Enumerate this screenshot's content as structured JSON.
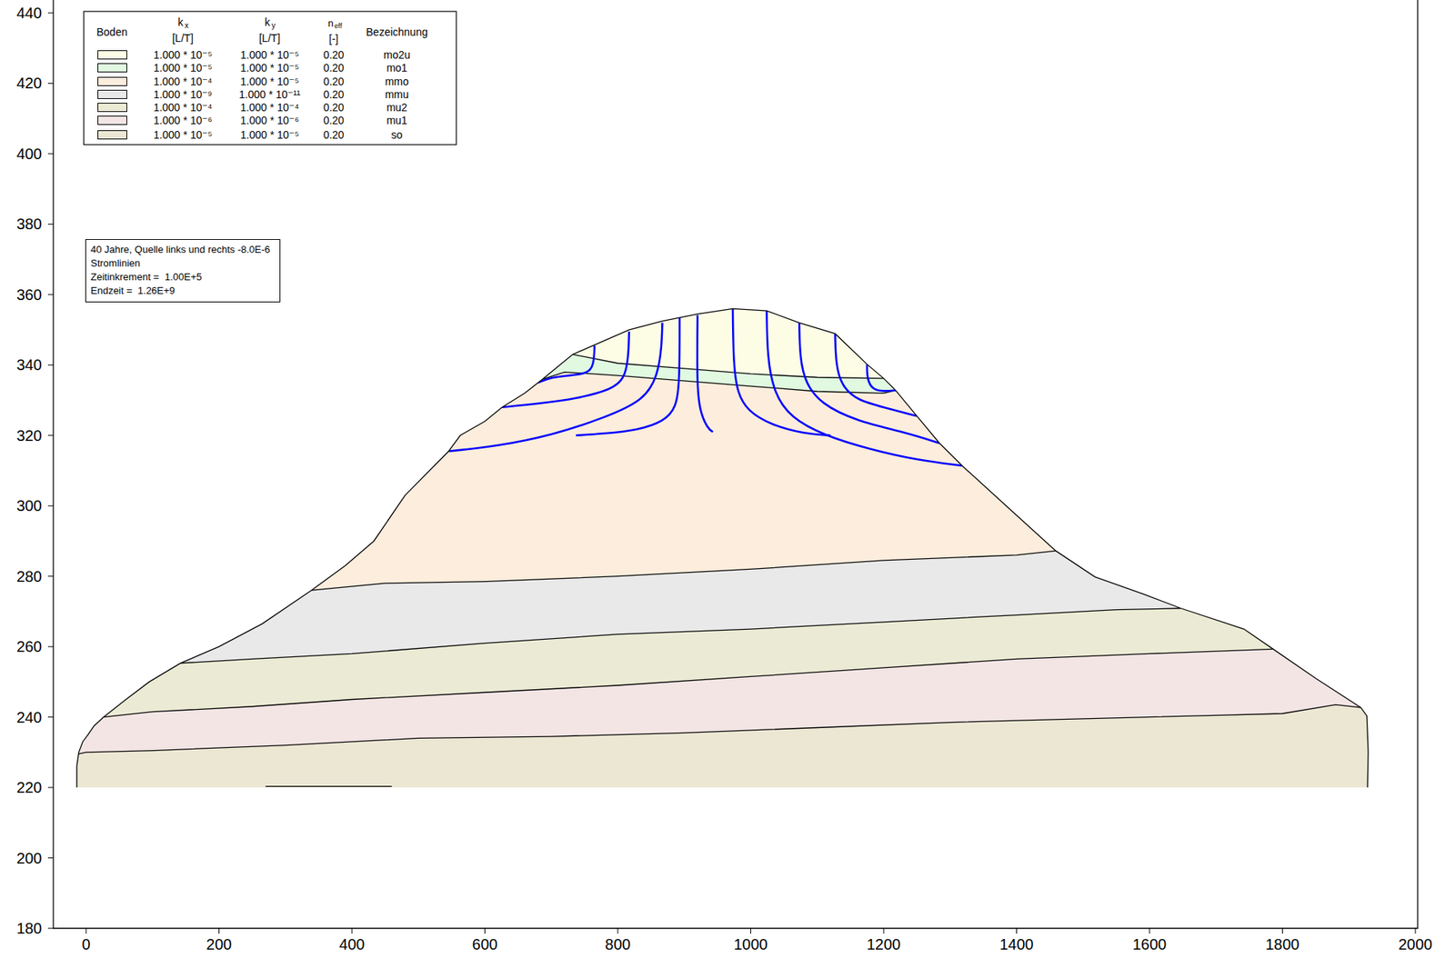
{
  "diagram": {
    "nodes": [
      {
        "text": [
          "40 Jahre, Quelle links und rechts -8.0E-6",
          "Stromlinien",
          "Zeitinkrement =  1.00E+5",
          "Endzeit =  1.26E+9"
        ]
      }
    ],
    "labels": [
      "440",
      "420",
      "400",
      "380",
      "360",
      "340",
      "320",
      "300",
      "280",
      "260",
      "240",
      "220",
      "200",
      "180",
      "0",
      "200",
      "400",
      "600",
      "800",
      "1000",
      "1200",
      "1400",
      "1600",
      "1800",
      "2000",
      "Boden",
      "k",
      "x",
      "[L/T]",
      "k",
      "y",
      "[L/T]",
      "n",
      "eff",
      "[-]",
      "Bezeichnung",
      "1.000 * 10⁻⁵",
      "1.000 * 10⁻⁵",
      "0.20",
      "1.000 * 10⁻⁵",
      "1.000 * 10⁻⁵",
      "0.20",
      "1.000 * 10⁻⁴",
      "1.000 * 10⁻⁵",
      "0.20",
      "1.000 * 10⁻⁹",
      "1.000 * 10⁻¹¹",
      "0.20",
      "1.000 * 10⁻⁴",
      "1.000 * 10⁻⁴",
      "0.20",
      "1.000 * 10⁻⁶",
      "1.000 * 10⁻⁶",
      "0.20",
      "1.000 * 10⁻⁵",
      "1.000 * 10⁻⁵",
      "0.20"
    ],
    "legend": [
      {
        "text": "mo2u",
        "color": "#fdfde6"
      },
      {
        "text": "mo1",
        "color": "#e0f9e0"
      },
      {
        "text": "mmo",
        "color": "#fdeddc"
      },
      {
        "text": "mmu",
        "color": "#e9e9e9"
      },
      {
        "text": "mu2",
        "color": "#ebebd5"
      },
      {
        "text": "mu1",
        "color": "#f4e5e5"
      },
      {
        "text": "so",
        "color": "#ece7d3"
      }
    ]
  }
}
